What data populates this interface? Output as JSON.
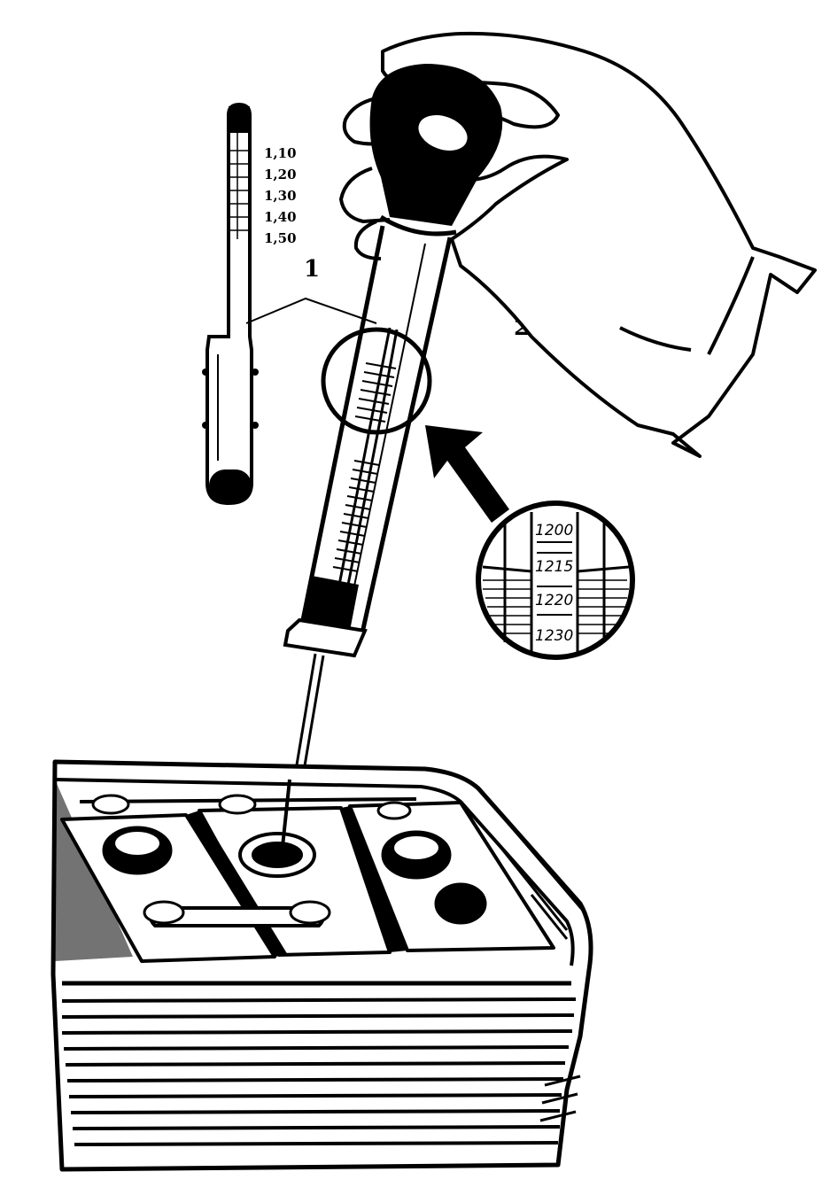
{
  "hydrometer_scale": [
    "1,10",
    "1,20",
    "1,30",
    "1,40",
    "1,50"
  ],
  "callouts": {
    "hydrometer_float": "1",
    "rubber_bulb": "2"
  },
  "magnified_scale": [
    "1200",
    "1215",
    "1220",
    "1230"
  ],
  "colors": {
    "ink": "#000000",
    "paper": "#ffffff"
  }
}
